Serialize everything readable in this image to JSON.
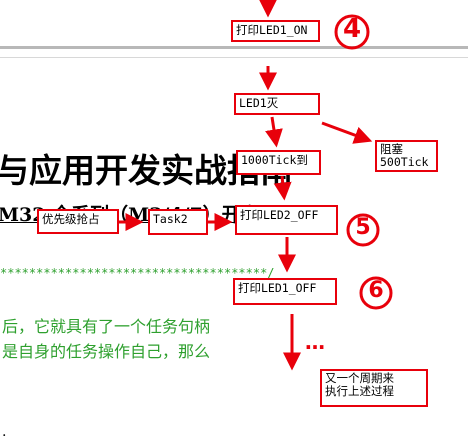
{
  "document": {
    "title_line": "与应用开发实战指南",
    "subtitle_line": "M32 全系列（M3/4/7）开发",
    "stars_line": "*************************************/",
    "body_line_1": "后，它就具有了一个任务句柄",
    "body_line_2": "是自身的任务操作自己，那么",
    "bottom_fragment": "."
  },
  "annotations": {
    "print_led1_on": "打印LED1_ON",
    "led1_on": "LED1灭",
    "block_500tick": "阻塞\n500Tick",
    "tick_1000": "1000Tick到",
    "preempt": "优先级抢占",
    "task2": "Task2",
    "print_led2_off": "打印LED2_OFF",
    "print_led1_off": "打印LED1_OFF",
    "next_cycle": "又一个周期来\n执行上述过程",
    "ellipsis": "…",
    "step_4": "4",
    "step_5": "5",
    "step_6": "6"
  },
  "colors": {
    "annotation_red": "#e8000b",
    "comment_green": "#2ea02e"
  }
}
